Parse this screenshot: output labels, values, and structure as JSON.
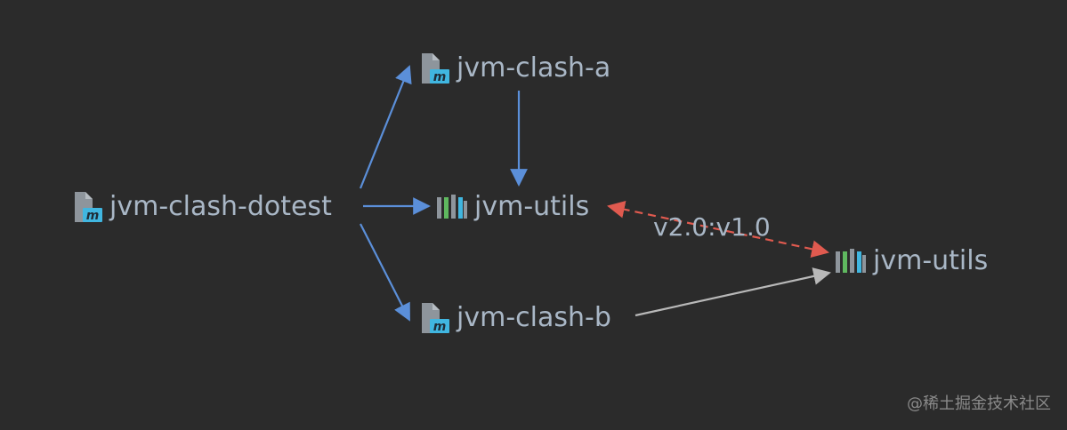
{
  "diagram": {
    "nodes": {
      "root": {
        "label": "jvm-clash-dotest",
        "icon": "maven-module-icon"
      },
      "a": {
        "label": "jvm-clash-a",
        "icon": "maven-module-icon"
      },
      "utils_v2": {
        "label": "jvm-utils",
        "icon": "library-icon"
      },
      "b": {
        "label": "jvm-clash-b",
        "icon": "maven-module-icon"
      },
      "utils_v1": {
        "label": "jvm-utils",
        "icon": "library-icon"
      }
    },
    "edges": [
      {
        "from": "jvm-clash-dotest",
        "to": "jvm-clash-a",
        "style": "solid",
        "color": "#5b8fd9"
      },
      {
        "from": "jvm-clash-dotest",
        "to": "jvm-utils",
        "style": "solid",
        "color": "#5b8fd9"
      },
      {
        "from": "jvm-clash-dotest",
        "to": "jvm-clash-b",
        "style": "solid",
        "color": "#5b8fd9"
      },
      {
        "from": "jvm-clash-a",
        "to": "jvm-utils",
        "style": "solid",
        "color": "#5b8fd9"
      },
      {
        "from": "jvm-clash-b",
        "to": "jvm-utils",
        "style": "solid",
        "color": "#b8b8b8"
      },
      {
        "from": "jvm-utils",
        "to": "jvm-utils",
        "style": "dashed",
        "color": "#e05a4f",
        "label": "v2.0:v1.0"
      }
    ],
    "colors": {
      "background": "#2b2b2b",
      "text": "#a9b7c6",
      "dependency": "#5b8fd9",
      "transitive": "#b8b8b8",
      "conflict": "#e05a4f"
    }
  },
  "watermark": "@稀土掘金技术社区"
}
